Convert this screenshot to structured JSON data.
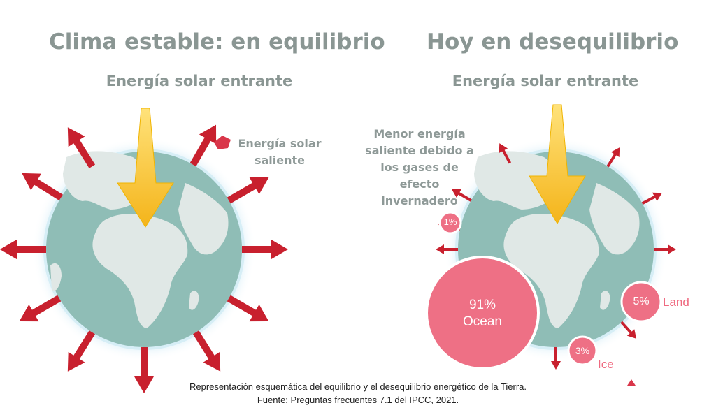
{
  "left": {
    "title": "Clima estable: en equilibrio",
    "incoming_label": "Energía solar entrante",
    "outgoing_label_line1": "Energía solar",
    "outgoing_label_line2": "saliente"
  },
  "right": {
    "title": "Hoy en desequilibrio",
    "incoming_label": "Energía solar entrante",
    "reduced_label_lines": [
      "Menor energía",
      "saliente debido a",
      "los gases de",
      "efecto",
      "invernadero"
    ],
    "shares": {
      "atmosphere_pct": "1%",
      "ocean_pct": "91%",
      "ocean_label": "Ocean",
      "land_pct": "5%",
      "land_label": "Land",
      "ice_pct": "3%",
      "ice_label": "Ice"
    }
  },
  "caption": {
    "line1": "Representación esquemática del equilibrio y el desequilibrio energético de la Tierra.",
    "line2": "Fuente: Preguntas frecuentes 7.1 del IPCC, 2021."
  },
  "colors": {
    "ocean": "#8fbdb6",
    "land": "#e0e8e6",
    "arrow_red": "#c8202e",
    "arrow_yellow": "#f7c21a",
    "bubble_pink": "#ee7085",
    "title_gray": "#8a9693"
  }
}
